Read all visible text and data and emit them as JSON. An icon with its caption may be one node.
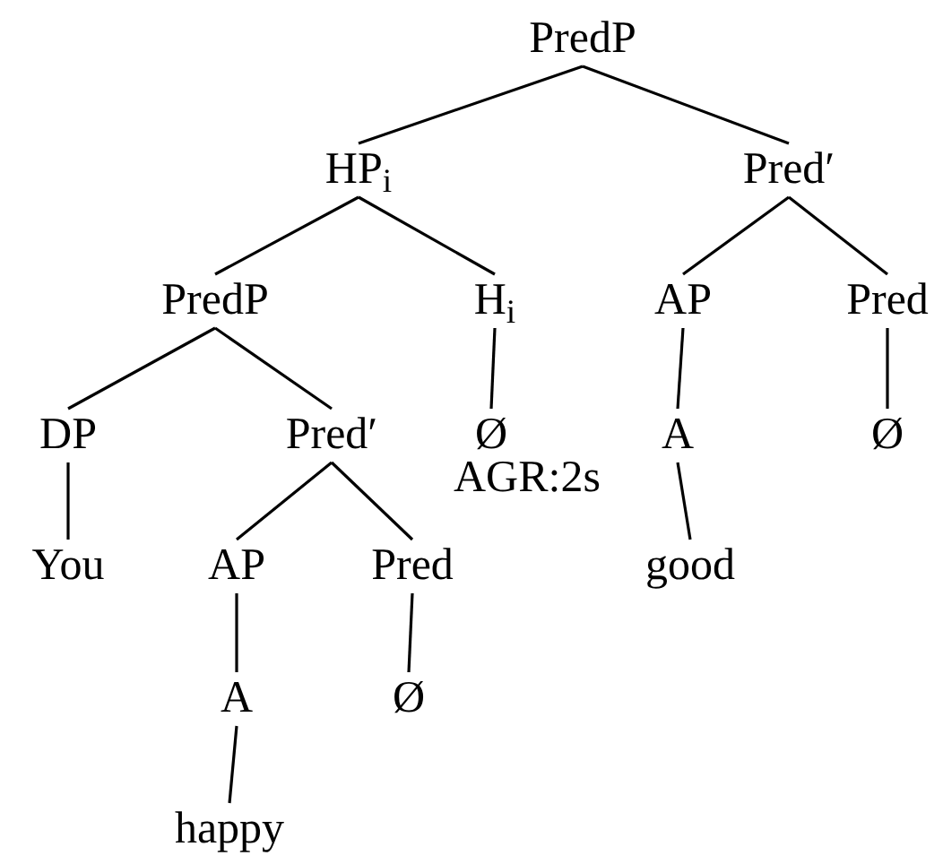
{
  "diagram": {
    "nodes": [
      {
        "text": [
          "PredP"
        ]
      },
      {
        "text": [
          "HP$_{i}$"
        ]
      },
      {
        "text": [
          "Pred′"
        ]
      },
      {
        "text": [
          "PredP"
        ]
      },
      {
        "text": [
          "H$_{i}$"
        ]
      },
      {
        "text": [
          "AP"
        ]
      },
      {
        "text": [
          "Pred"
        ]
      },
      {
        "text": [
          "DP"
        ]
      },
      {
        "text": [
          "Pred′"
        ]
      },
      {
        "text": [
          "Ø"
        ],
        "beside": [
          "AGR:2s"
        ]
      },
      {
        "text": [
          "A"
        ]
      },
      {
        "text": [
          "Ø"
        ]
      },
      {
        "text": [
          "You"
        ]
      },
      {
        "text": [
          "AP"
        ]
      },
      {
        "text": [
          "Pred"
        ]
      },
      {
        "text": [
          "good"
        ]
      },
      {
        "text": [
          "A"
        ]
      },
      {
        "text": [
          "Ø"
        ]
      },
      {
        "text": [
          "happy"
        ]
      }
    ],
    "edges": [
      {
        "from": 0,
        "to": 1,
        "arrow": "none"
      },
      {
        "from": 0,
        "to": 2,
        "arrow": "none"
      },
      {
        "from": 1,
        "to": 3,
        "arrow": "none"
      },
      {
        "from": 1,
        "to": 4,
        "arrow": "none"
      },
      {
        "from": 2,
        "to": 5,
        "arrow": "none"
      },
      {
        "from": 2,
        "to": 6,
        "arrow": "none"
      },
      {
        "from": 3,
        "to": 7,
        "arrow": "none"
      },
      {
        "from": 3,
        "to": 8,
        "arrow": "none"
      },
      {
        "from": 4,
        "to": 9,
        "arrow": "none"
      },
      {
        "from": 5,
        "to": 10,
        "arrow": "none"
      },
      {
        "from": 6,
        "to": 11,
        "arrow": "none"
      },
      {
        "from": 7,
        "to": 12,
        "arrow": "none"
      },
      {
        "from": 8,
        "to": 13,
        "arrow": "none"
      },
      {
        "from": 8,
        "to": 14,
        "arrow": "none"
      },
      {
        "from": 10,
        "to": 15,
        "arrow": "none"
      },
      {
        "from": 13,
        "to": 16,
        "arrow": "none"
      },
      {
        "from": 14,
        "to": 17,
        "arrow": "none"
      },
      {
        "from": 16,
        "to": 18,
        "arrow": "none"
      }
    ]
  }
}
